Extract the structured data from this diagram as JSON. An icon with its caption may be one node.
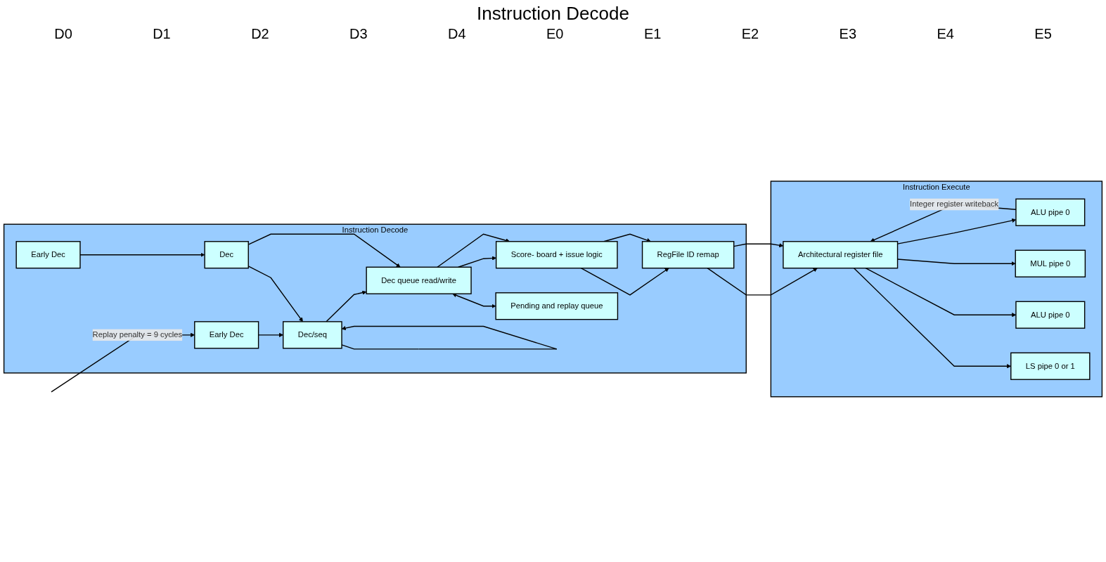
{
  "diagram": {
    "title": "Instruction Decode",
    "nodes": [
      {
        "text": [
          "Instruction Decode"
        ]
      },
      {
        "text": [
          "Early Dec"
        ],
        "in": 0
      },
      {
        "text": [
          "Early Dec"
        ],
        "in": 0
      },
      {
        "text": [
          "Dec/seq"
        ],
        "in": 0
      },
      {
        "text": [
          "Dec"
        ],
        "in": 0
      },
      {
        "text": [
          "Dec queue read/write"
        ],
        "in": 0
      },
      {
        "text": [
          "Score- board + issue logic"
        ],
        "in": 0
      },
      {
        "text": [
          "RegFile ID remap"
        ],
        "in": 0
      },
      {
        "text": [
          "Pending and replay queue"
        ],
        "in": 0
      },
      {
        "text": [
          "Instruction Execute"
        ]
      },
      {
        "text": [
          "Architectural register file"
        ],
        "in": 9
      },
      {
        "text": [
          "ALU pipe 0"
        ],
        "in": 9
      },
      {
        "text": [
          "MUL pipe 0"
        ],
        "in": 9
      },
      {
        "text": [
          "ALU pipe 0"
        ],
        "in": 9
      },
      {
        "text": [
          "LS pipe 0 or 1"
        ],
        "in": 9
      }
    ],
    "edges": [
      {
        "from": null,
        "to": 1,
        "arrow": "to",
        "label": "Replay penalty = 9 cycles"
      },
      {
        "from": 1,
        "to": 3,
        "arrow": "to"
      },
      {
        "from": 3,
        "to": 3,
        "arrow": "to"
      },
      {
        "from": 4,
        "to": 3,
        "arrow": "to"
      },
      {
        "from": 2,
        "to": 4,
        "arrow": "to"
      },
      {
        "from": 3,
        "to": 5,
        "arrow": "to"
      },
      {
        "from": 4,
        "to": 5,
        "arrow": "to"
      },
      {
        "from": 5,
        "to": 6,
        "arrow": "to"
      },
      {
        "from": 5,
        "to": 6,
        "arrow": "to"
      },
      {
        "from": 6,
        "to": 7,
        "arrow": "to"
      },
      {
        "from": 6,
        "to": 7,
        "arrow": "to"
      },
      {
        "from": 5,
        "to": 8,
        "arrow": "both"
      },
      {
        "from": 7,
        "to": 10,
        "arrow": "to"
      },
      {
        "from": 7,
        "to": 10,
        "arrow": "to"
      },
      {
        "from": 11,
        "to": 10,
        "arrow": "to",
        "label": "Integer register writeback"
      },
      {
        "from": 10,
        "to": 11,
        "arrow": "to"
      },
      {
        "from": 10,
        "to": 12,
        "arrow": "to"
      },
      {
        "from": 10,
        "to": 13,
        "arrow": "to"
      },
      {
        "from": 10,
        "to": 14,
        "arrow": "to"
      }
    ],
    "labels": [
      "D0",
      "D1",
      "D2",
      "D3",
      "D4",
      "E0",
      "E1",
      "E2",
      "E3",
      "E4",
      "E5"
    ]
  }
}
